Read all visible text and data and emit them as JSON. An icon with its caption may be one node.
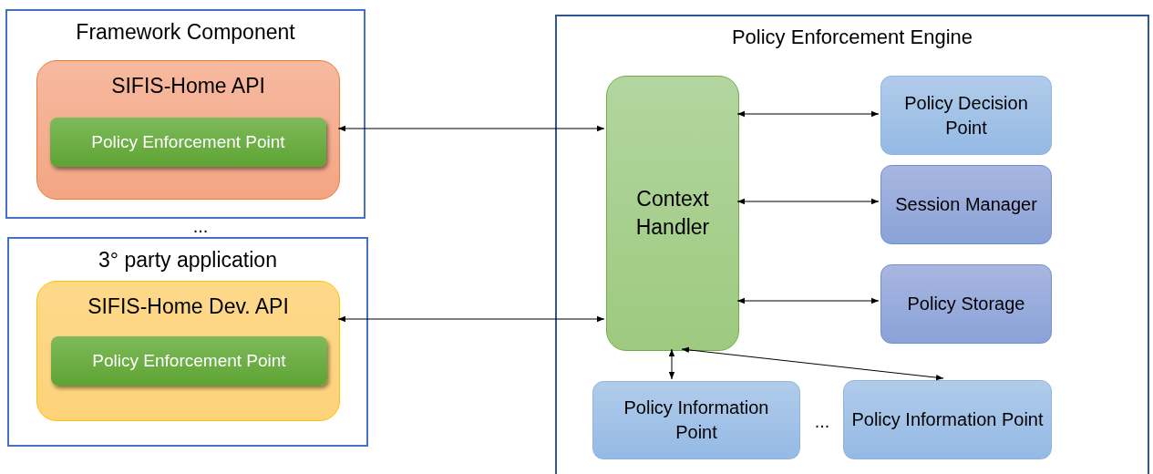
{
  "diagram": {
    "nodes": [
      {
        "text": [
          "Framework Component"
        ]
      },
      {
        "text": [
          "SIFIS-Home API"
        ],
        "in": 0
      },
      {
        "text": [
          "Policy Enforcement Point"
        ],
        "in": 1
      },
      {
        "text": [
          "3° party application"
        ]
      },
      {
        "text": [
          "SIFIS-Home Dev. API"
        ],
        "in": 3
      },
      {
        "text": [
          "Policy Enforcement Point"
        ],
        "in": 4
      },
      {
        "text": [
          "Policy Enforcement Engine"
        ]
      },
      {
        "text": [
          "Context Handler"
        ],
        "in": 6
      },
      {
        "text": [
          "Policy Decision Point"
        ],
        "in": 6
      },
      {
        "text": [
          "Session Manager"
        ],
        "in": 6
      },
      {
        "text": [
          "Policy Storage"
        ],
        "in": 6
      },
      {
        "text": [
          "Policy Information Point"
        ],
        "in": 6
      },
      {
        "text": [
          "Policy Information Point"
        ],
        "in": 6
      }
    ],
    "edges": [
      {
        "from": 1,
        "to": 7,
        "arrow": "both"
      },
      {
        "from": 4,
        "to": 7,
        "arrow": "both"
      },
      {
        "from": 7,
        "to": 8,
        "arrow": "both"
      },
      {
        "from": 7,
        "to": 9,
        "arrow": "both"
      },
      {
        "from": 7,
        "to": 10,
        "arrow": "both"
      },
      {
        "from": 7,
        "to": 11,
        "arrow": "both"
      },
      {
        "from": 7,
        "to": 12,
        "arrow": "both"
      }
    ],
    "labels": [
      "...",
      "..."
    ]
  }
}
